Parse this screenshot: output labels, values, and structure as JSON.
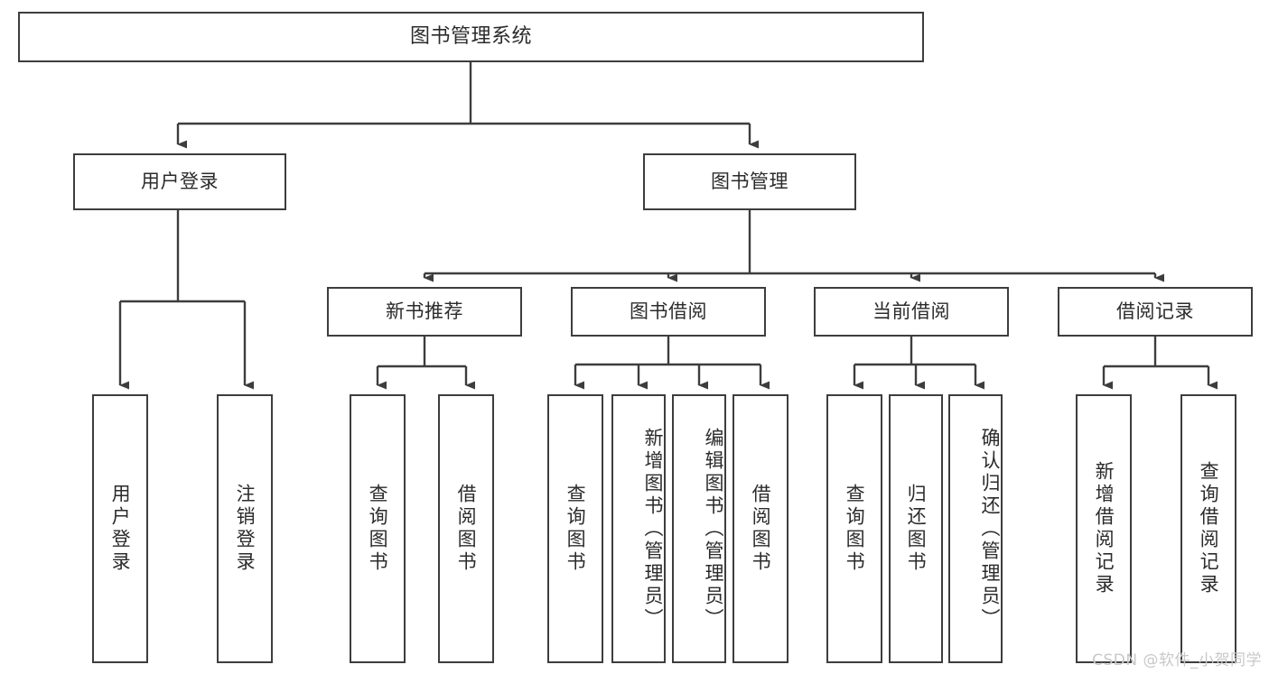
{
  "diagram": {
    "type": "hierarchy-tree",
    "title": "图书管理系统",
    "watermark": "CSDN @软件_小贺同学",
    "colors": {
      "border": "#3d3d3d",
      "background": "#ffffff",
      "text": "#2b2b2b",
      "watermark": "#c8c8c8"
    },
    "root": {
      "label": "图书管理系统"
    },
    "level2": [
      {
        "label": "用户登录"
      },
      {
        "label": "图书管理"
      }
    ],
    "level3": [
      {
        "label": "新书推荐"
      },
      {
        "label": "图书借阅"
      },
      {
        "label": "当前借阅"
      },
      {
        "label": "借阅记录"
      }
    ],
    "leaves": {
      "user_login": [
        {
          "label": "用户登录"
        },
        {
          "label": "注销登录"
        }
      ],
      "new_book": [
        {
          "label": "查询图书"
        },
        {
          "label": "借阅图书"
        }
      ],
      "book_borrow": [
        {
          "label": "查询图书"
        },
        {
          "label": "新增图书（管理员）"
        },
        {
          "label": "编辑图书（管理员）"
        },
        {
          "label": "借阅图书"
        }
      ],
      "current_borrow": [
        {
          "label": "查询图书"
        },
        {
          "label": "归还图书"
        },
        {
          "label": "确认归还（管理员）"
        }
      ],
      "borrow_record": [
        {
          "label": "新增借阅记录"
        },
        {
          "label": "查询借阅记录"
        }
      ]
    }
  }
}
